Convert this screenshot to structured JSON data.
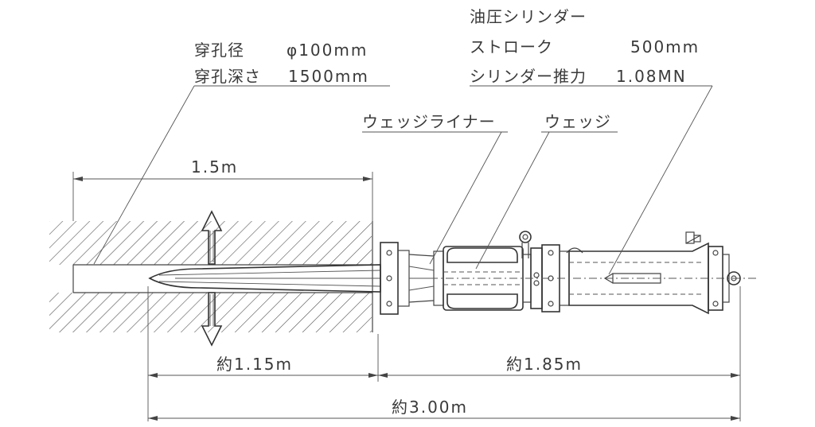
{
  "labels": {
    "bore_diameter_label": "穿孔径",
    "bore_diameter_value": "φ100mm",
    "bore_depth_label": "穿孔深さ",
    "bore_depth_value": "1500mm",
    "cylinder_title": "油圧シリンダー",
    "stroke_label": "ストローク",
    "stroke_value": "500mm",
    "thrust_label": "シリンダー推力",
    "thrust_value": "1.08MN",
    "wedge_liner": "ウェッジライナー",
    "wedge": "ウェッジ"
  },
  "dimensions": {
    "hole_length": "1.5m",
    "insert_length": "約1.15m",
    "body_length": "約1.85m",
    "total_length": "約3.00m"
  }
}
